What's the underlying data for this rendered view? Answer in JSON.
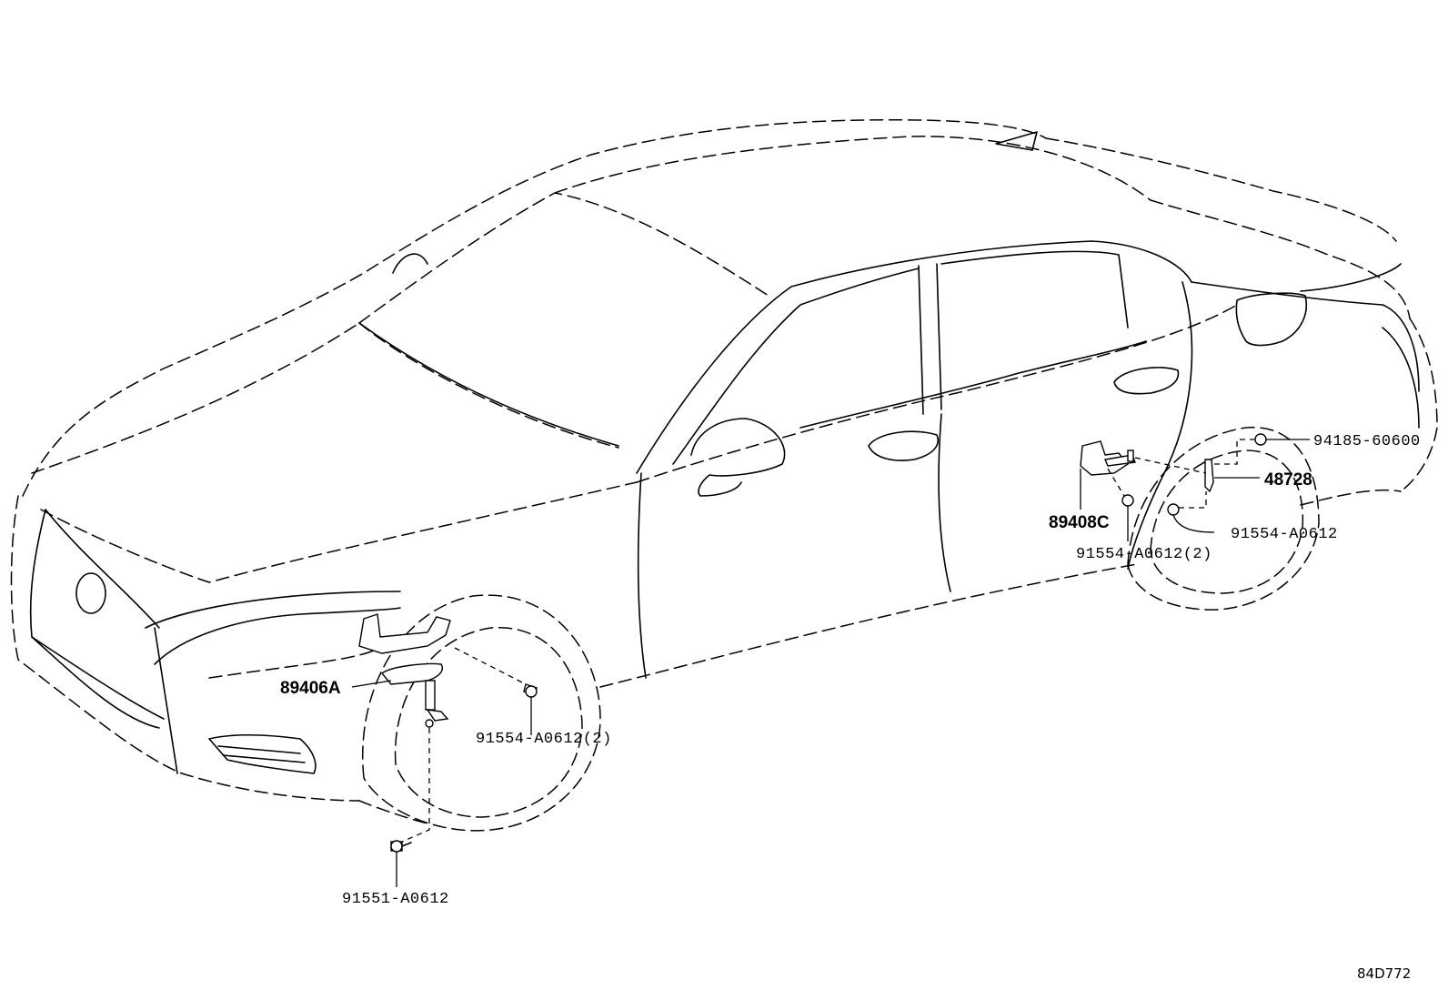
{
  "diagram": {
    "labels": {
      "sensor_front": "89406A",
      "bolt_front_bracket": "91554-A0612(2)",
      "bolt_front_lower": "91551-A0612",
      "sensor_rear": "89408C",
      "bolt_rear_bracket": "91554-A0612(2)",
      "bolt_rear_link": "91554-A0612",
      "nut_rear": "94185-60600",
      "link_rear": "48728"
    },
    "drawing_code": "84D772"
  }
}
